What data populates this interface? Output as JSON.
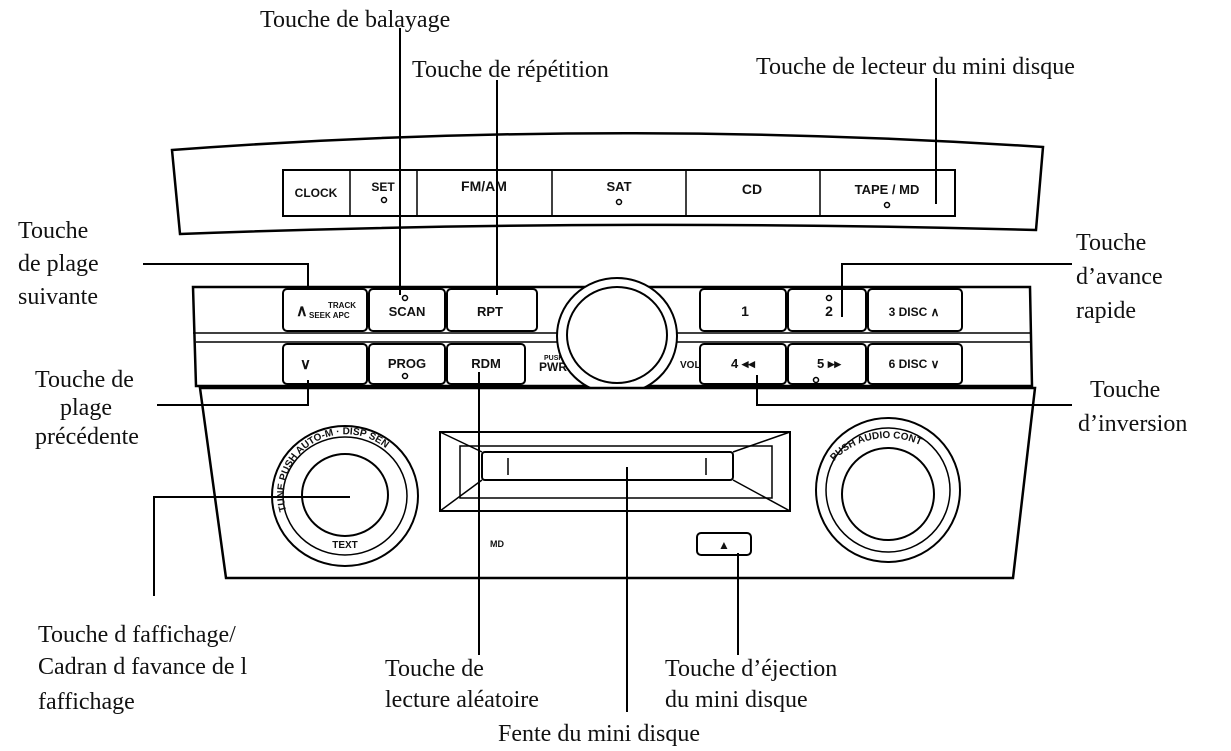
{
  "buttons": {
    "clock": "CLOCK",
    "set": "SET",
    "fmam": "FM/AM",
    "sat": "SAT",
    "cd": "CD",
    "tape_md": "TAPE / MD",
    "track_up_arrow": "∧",
    "track_up_l1": "TRACK",
    "track_up_l2": "SEEK APC",
    "scan": "SCAN",
    "rpt": "RPT",
    "p1": "1",
    "p2": "2",
    "p3": "3 DISC ∧",
    "track_down": "∨",
    "prog": "PROG",
    "rdm": "RDM",
    "push_l1": "PUSH",
    "push_l2": "PWR",
    "vol": "VOL",
    "p4": "4 ◂◂",
    "p5": "5 ▸▸",
    "p6": "6 DISC ∨",
    "tune_ring": "TUNE PUSH AUTO-M · DISP SEN",
    "tune_text": "TEXT",
    "audio_ring": "PUSH AUDIO CONT",
    "md_logo": "MD",
    "eject": "▲"
  },
  "callouts": {
    "balayage": "Touche de balayage",
    "repetition": "Touche de répétition",
    "lecteur_md": "Touche de lecteur du mini disque",
    "plage_suivante": [
      "Touche",
      "de plage",
      "suivante"
    ],
    "avance_rapide": [
      "Touche",
      "d’avance",
      "rapide"
    ],
    "plage_precedente": [
      "Touche de",
      "plage",
      "précédente"
    ],
    "inversion": [
      "Touche",
      "d’inversion"
    ],
    "affichage": [
      "Touche d faffichage/",
      "Cadran d favance de l",
      "faffichage"
    ],
    "aleatoire": [
      "Touche de",
      "lecture aléatoire"
    ],
    "ejection": [
      "Touche d’éjection",
      "du mini disque"
    ],
    "fente": "Fente du mini disque"
  }
}
